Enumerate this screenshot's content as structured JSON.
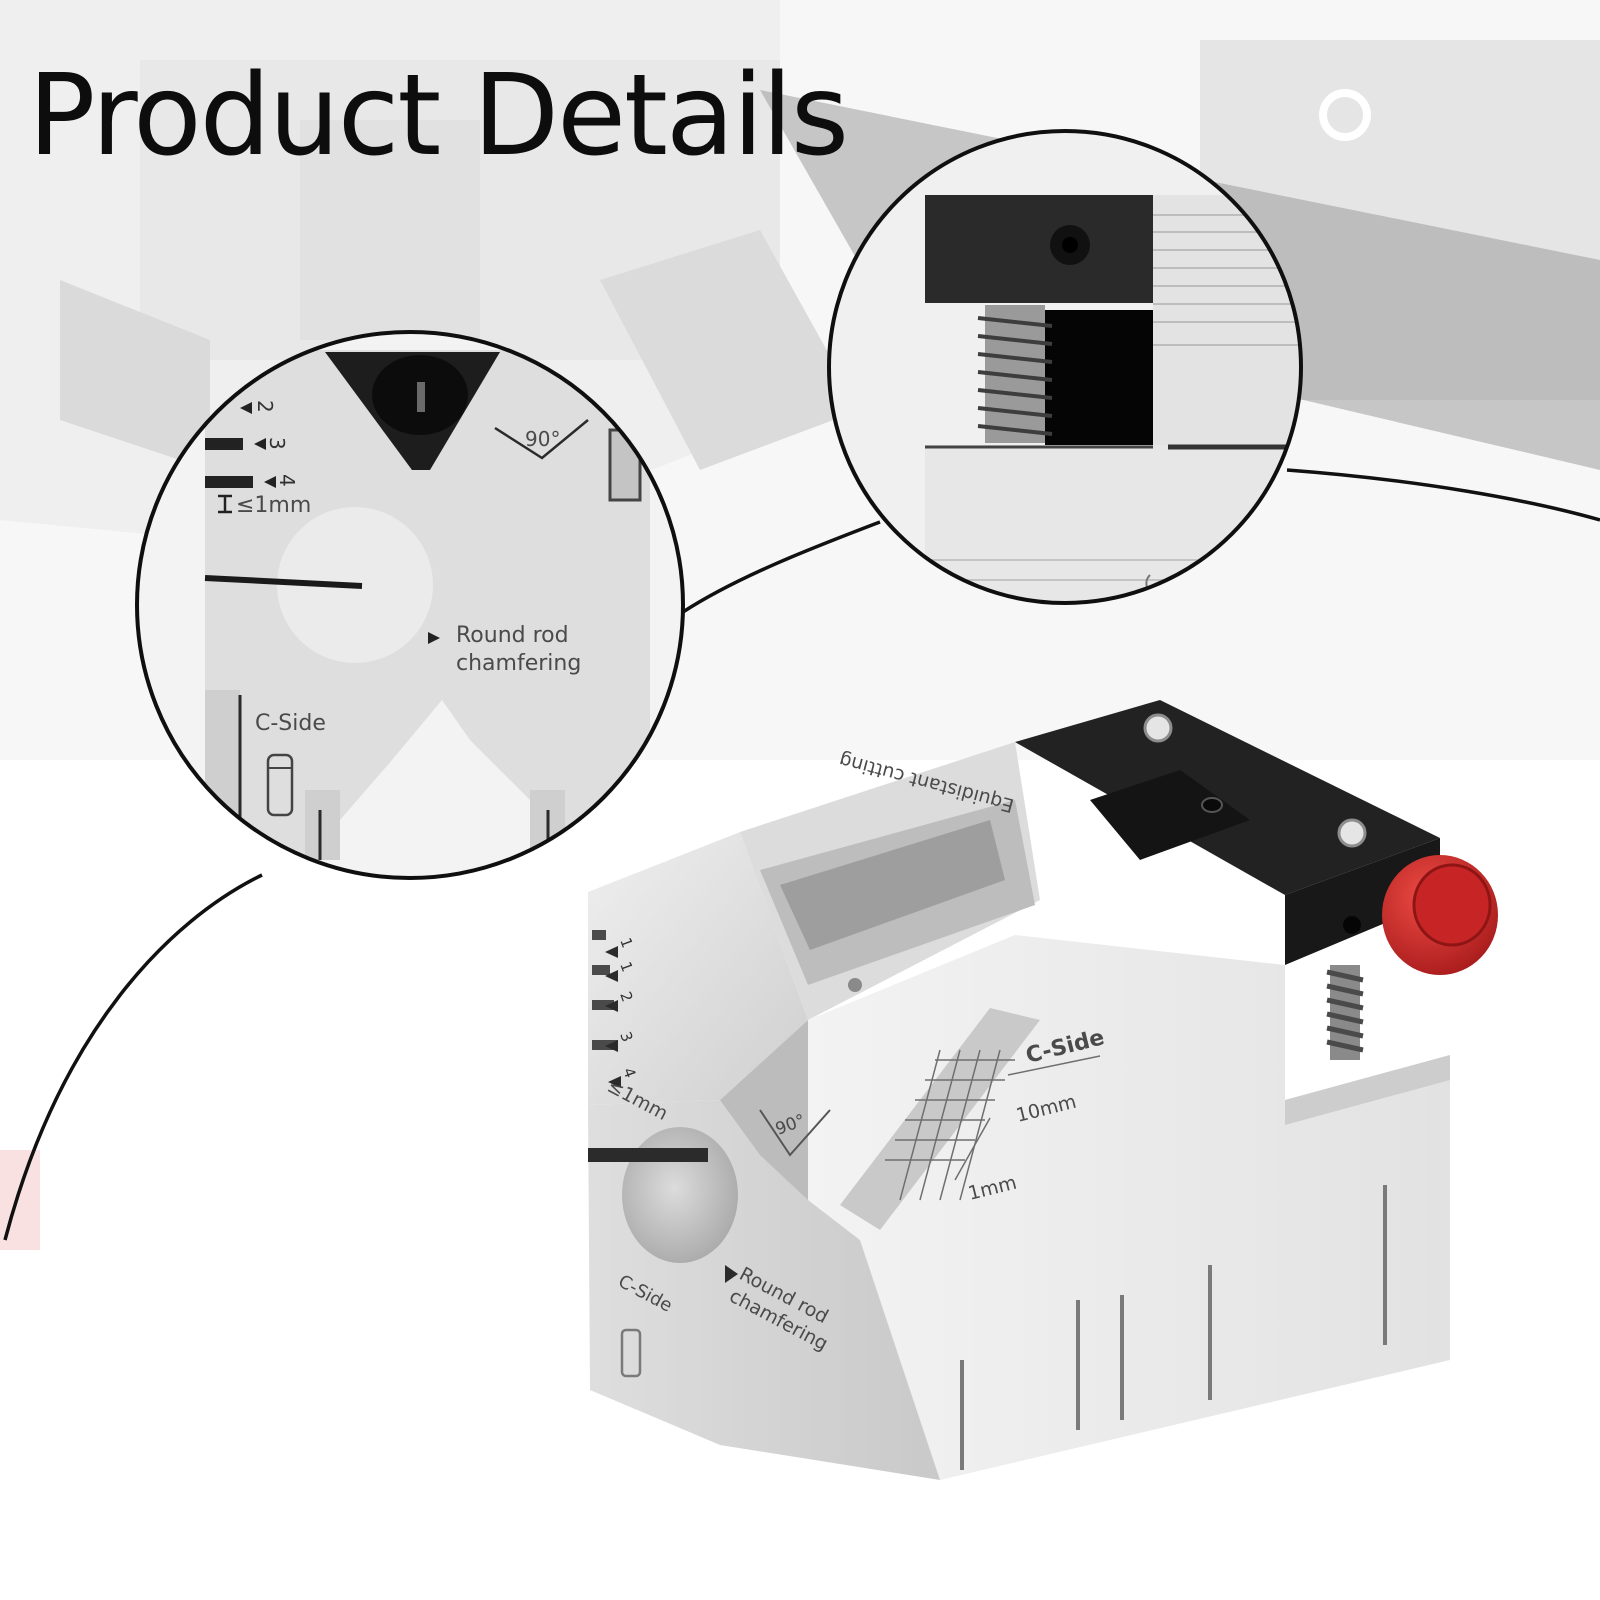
{
  "page": {
    "title": "Product Details"
  },
  "left_zoom": {
    "scale_marks": [
      "2",
      "3",
      "4"
    ],
    "min_gap": "≤1mm",
    "angle": "90°",
    "feature_line1": "Round rod",
    "feature_line2": "chamfering",
    "side_label": "C-Side"
  },
  "product": {
    "scale_marks": [
      "1",
      "1",
      "2",
      "3",
      "4"
    ],
    "min_gap": "≤1mm",
    "angle": "90°",
    "top_engraving": "Equidistant cutting",
    "side_label": "C-Side",
    "measure_large": "10mm",
    "measure_small": "1mm",
    "front_side_label": "C-Side",
    "front_feature_line1": "Round rod",
    "front_feature_line2": "chamfering"
  },
  "colors": {
    "aluminum": "#d9d9d9",
    "anodized_black": "#1c1c1c",
    "knob_red": "#d42a2a"
  }
}
